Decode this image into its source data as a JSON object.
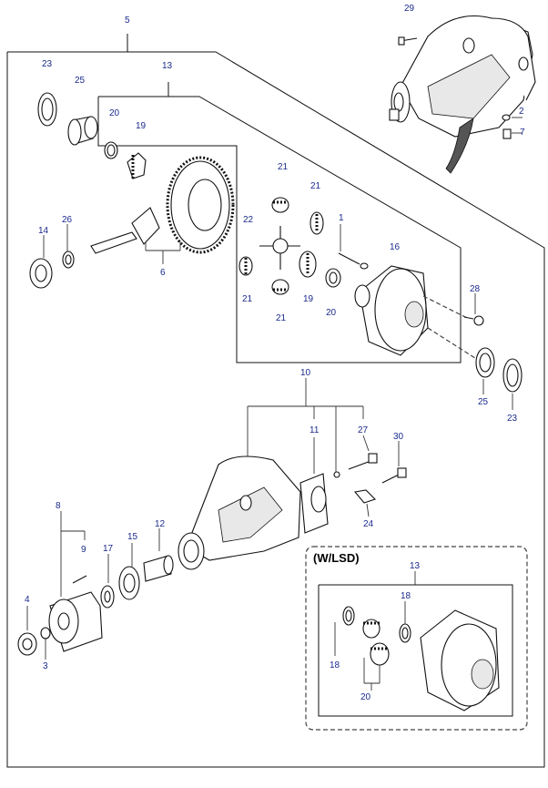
{
  "diagram": {
    "callouts": {
      "c1": "1",
      "c2": "2",
      "c3": "3",
      "c4": "4",
      "c5": "5",
      "c6": "6",
      "c7": "7",
      "c8": "8",
      "c9": "9",
      "c10": "10",
      "c11": "11",
      "c12": "12",
      "c13a": "13",
      "c13b": "13",
      "c14": "14",
      "c15": "15",
      "c16": "16",
      "c17": "17",
      "c18a": "18",
      "c18b": "18",
      "c19a": "19",
      "c19b": "19",
      "c20a": "20",
      "c20b": "20",
      "c20c": "20",
      "c21a": "21",
      "c21b": "21",
      "c21c": "21",
      "c21d": "21",
      "c22": "22",
      "c23a": "23",
      "c23b": "23",
      "c24": "24",
      "c25a": "25",
      "c25b": "25",
      "c26": "26",
      "c27": "27",
      "c28": "28",
      "c29": "29",
      "c30": "30"
    },
    "lsd_title": "(W/LSD)",
    "colors": {
      "callout": "#1a2a8c",
      "line": "#111111",
      "box_dash": "#444444"
    }
  }
}
